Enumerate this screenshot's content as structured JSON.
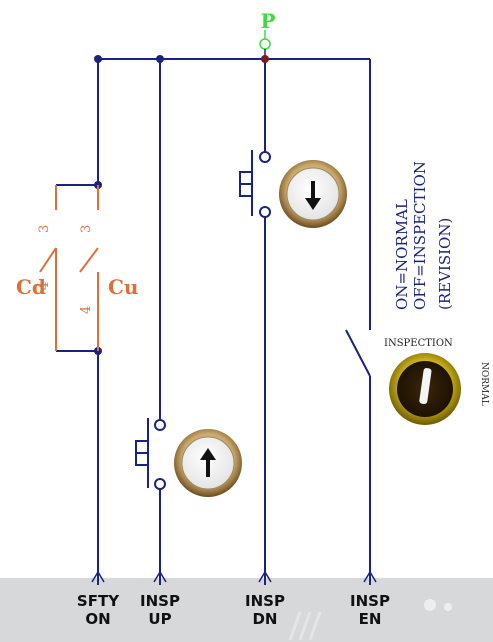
{
  "supply": {
    "label": "P",
    "color": "#3ddc3d"
  },
  "wire_color": "#1a237e",
  "switch_color": "#d9713a",
  "contacts": {
    "left_label": "Cd",
    "right_label": "Cu",
    "top_number_left": "3",
    "top_number_right": "3",
    "bottom_number_left": "4",
    "bottom_number_right": "4"
  },
  "legend": {
    "line1": "ON=NORMAL",
    "line2": "OFF=INSPECTION",
    "line3": "(REVISION)"
  },
  "selector": {
    "label_top": "INSPECTION",
    "label_side": "NORMAL"
  },
  "buttons": {
    "down_arrow": "down-arrow-icon",
    "up_arrow": "up-arrow-icon"
  },
  "terminals": [
    {
      "line1": "SFTY",
      "line2": "ON"
    },
    {
      "line1": "INSP",
      "line2": "UP"
    },
    {
      "line1": "INSP",
      "line2": "DN"
    },
    {
      "line1": "INSP",
      "line2": "EN"
    }
  ],
  "footer_color": "#d6d8da"
}
